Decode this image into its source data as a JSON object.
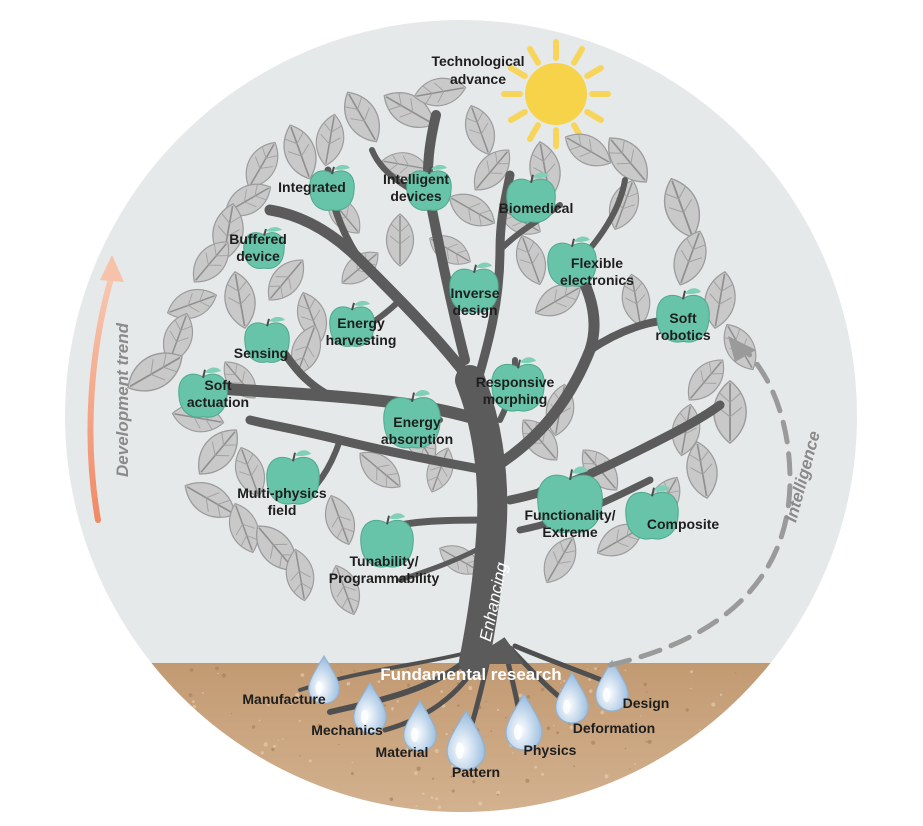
{
  "title_lines": [
    "Technological",
    "advance"
  ],
  "trend_left": "Development trend",
  "trend_right": "Intelligence",
  "trunk_label": "Enhancing",
  "ground_label": "Fundamental research",
  "colors": {
    "fruit": "#67c4a8",
    "branch": "#5a5a5a",
    "leaf": "#c9c9c9",
    "soil": "#c9a985",
    "sky": "#e6e9ea",
    "droplet": "#a9c7e2",
    "sun": "#f7d34a",
    "trend_arrow": "#f2aa8c"
  },
  "applications": [
    {
      "id": "integrated",
      "lines": [
        "Integrated"
      ]
    },
    {
      "id": "intelligent-devices",
      "lines": [
        "Intelligent",
        "devices"
      ]
    },
    {
      "id": "biomedical",
      "lines": [
        "Biomedical"
      ]
    },
    {
      "id": "buffered-device",
      "lines": [
        "Buffered",
        "device"
      ]
    },
    {
      "id": "flexible-electronics",
      "lines": [
        "Flexible",
        "electronics"
      ]
    },
    {
      "id": "inverse-design",
      "lines": [
        "Inverse",
        "design"
      ]
    },
    {
      "id": "energy-harvesting",
      "lines": [
        "Energy",
        "harvesting"
      ]
    },
    {
      "id": "soft-robotics",
      "lines": [
        "Soft",
        "robotics"
      ]
    },
    {
      "id": "sensing",
      "lines": [
        "Sensing"
      ]
    },
    {
      "id": "responsive-morphing",
      "lines": [
        "Responsive",
        "morphing"
      ]
    },
    {
      "id": "soft-actuation",
      "lines": [
        "Soft",
        "actuation"
      ]
    },
    {
      "id": "energy-absorption",
      "lines": [
        "Energy",
        "absorption"
      ]
    },
    {
      "id": "multi-physics-field",
      "lines": [
        "Multi-physics",
        "field"
      ]
    },
    {
      "id": "functionality-extreme",
      "lines": [
        "Functionality/",
        "Extreme"
      ]
    },
    {
      "id": "composite",
      "lines": [
        "Composite"
      ]
    },
    {
      "id": "tunability-programmability",
      "lines": [
        "Tunability/",
        "Programmability"
      ]
    }
  ],
  "roots": [
    {
      "id": "manufacture",
      "label": "Manufacture"
    },
    {
      "id": "mechanics",
      "label": "Mechanics"
    },
    {
      "id": "material",
      "label": "Material"
    },
    {
      "id": "pattern",
      "label": "Pattern"
    },
    {
      "id": "physics",
      "label": "Physics"
    },
    {
      "id": "deformation",
      "label": "Deformation"
    },
    {
      "id": "design",
      "label": "Design"
    }
  ]
}
